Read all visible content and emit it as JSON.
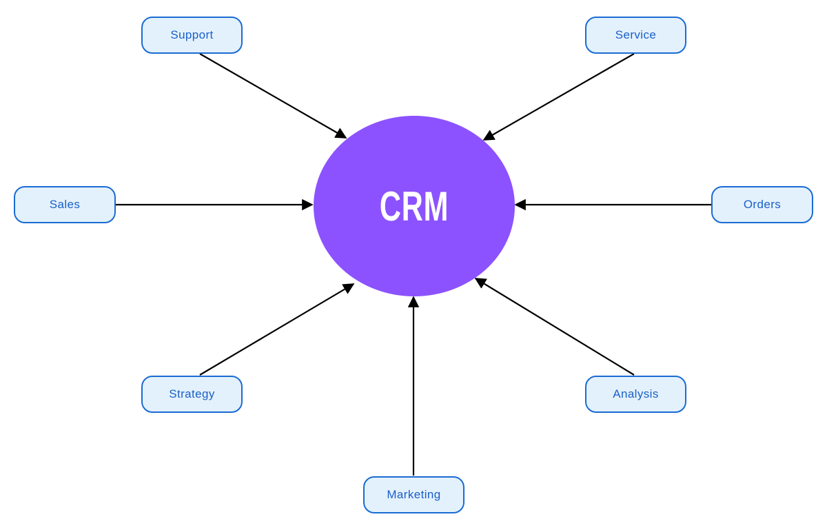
{
  "diagram": {
    "title": "CRM hub diagram",
    "center": {
      "label": "CRM"
    },
    "nodes": [
      {
        "id": "support",
        "label": "Support"
      },
      {
        "id": "service",
        "label": "Service"
      },
      {
        "id": "sales",
        "label": "Sales"
      },
      {
        "id": "orders",
        "label": "Orders"
      },
      {
        "id": "strategy",
        "label": "Strategy"
      },
      {
        "id": "analysis",
        "label": "Analysis"
      },
      {
        "id": "marketing",
        "label": "Marketing"
      }
    ],
    "edges": [
      {
        "from": "Support",
        "to": "CRM"
      },
      {
        "from": "Service",
        "to": "CRM"
      },
      {
        "from": "Sales",
        "to": "CRM"
      },
      {
        "from": "Orders",
        "to": "CRM"
      },
      {
        "from": "Strategy",
        "to": "CRM"
      },
      {
        "from": "Analysis",
        "to": "CRM"
      },
      {
        "from": "Marketing",
        "to": "CRM"
      }
    ],
    "colors": {
      "center_fill": "#8C52FF",
      "center_text": "#FFFFFF",
      "node_fill": "#E3F1FC",
      "node_border": "#1A6BD3",
      "node_text": "#1A5FC8",
      "arrow": "#000000",
      "background": "#FFFFFF"
    }
  }
}
